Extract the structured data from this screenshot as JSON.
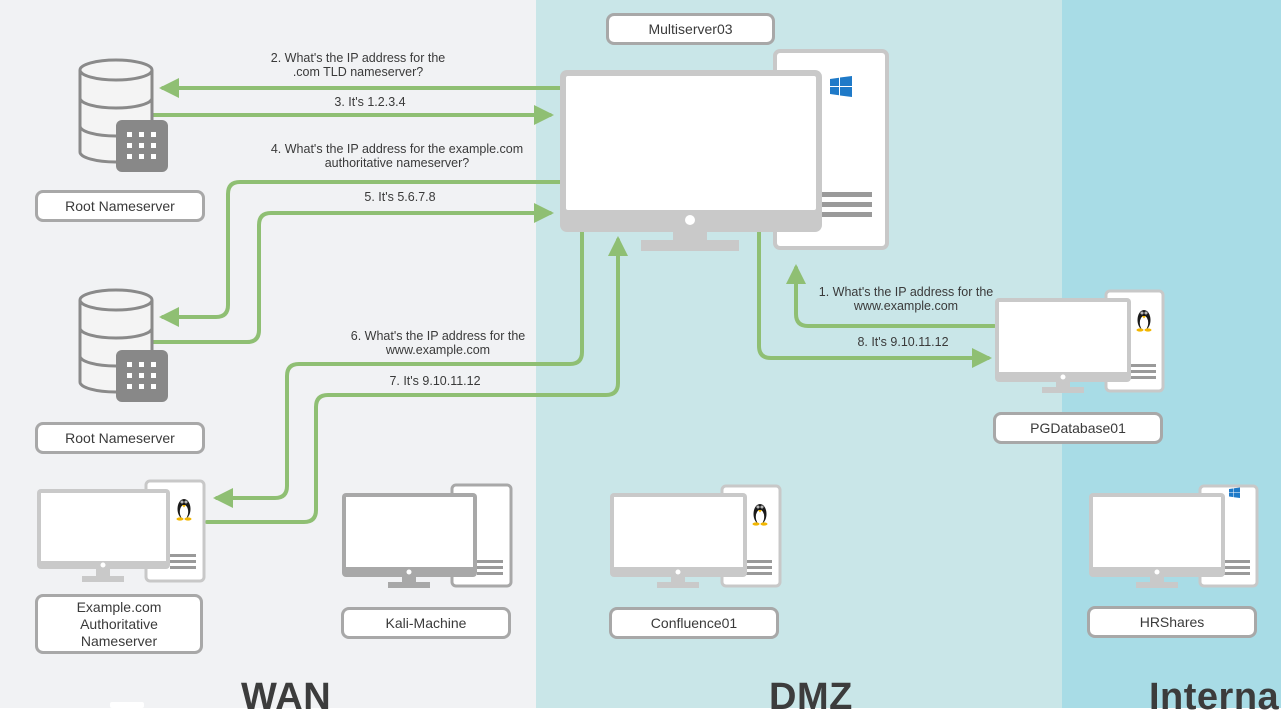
{
  "zones": {
    "wan": "WAN",
    "dmz": "DMZ",
    "internal": "Internal"
  },
  "nodes": {
    "multiserver": "Multiserver03",
    "root1": "Root Nameserver",
    "root2": "Root Nameserver",
    "auth": "Example.com Authoritative Nameserver",
    "kali": "Kali-Machine",
    "pgdb": "PGDatabase01",
    "confluence": "Confluence01",
    "hrshares": "HRShares"
  },
  "messages": {
    "m1": "1. What's the IP address for the www.example.com",
    "m2": "2. What's the IP address for the .com TLD nameserver?",
    "m3": "3. It's 1.2.3.4",
    "m4": "4. What's the IP address for the example.com authoritative nameserver?",
    "m5": "5. It's 5.6.7.8",
    "m6": "6. What's the IP address for the www.example.com",
    "m7": "7. It's 9.10.11.12",
    "m8": "8. It's 9.10.11.12"
  },
  "icons": {
    "multiserver": "windows-logo-icon",
    "pgdb": "linux-tux-icon",
    "auth": "linux-tux-icon",
    "confluence": "linux-tux-icon",
    "hrshares": "windows-logo-icon"
  },
  "colors": {
    "wan_bg": "#f1f2f4",
    "dmz_bg": "#c9e6e8",
    "internal_bg": "#a8dce6",
    "arrow": "#8fbf73",
    "device_gray": "#c8c8c8",
    "windows_blue": "#1f7ac8"
  }
}
